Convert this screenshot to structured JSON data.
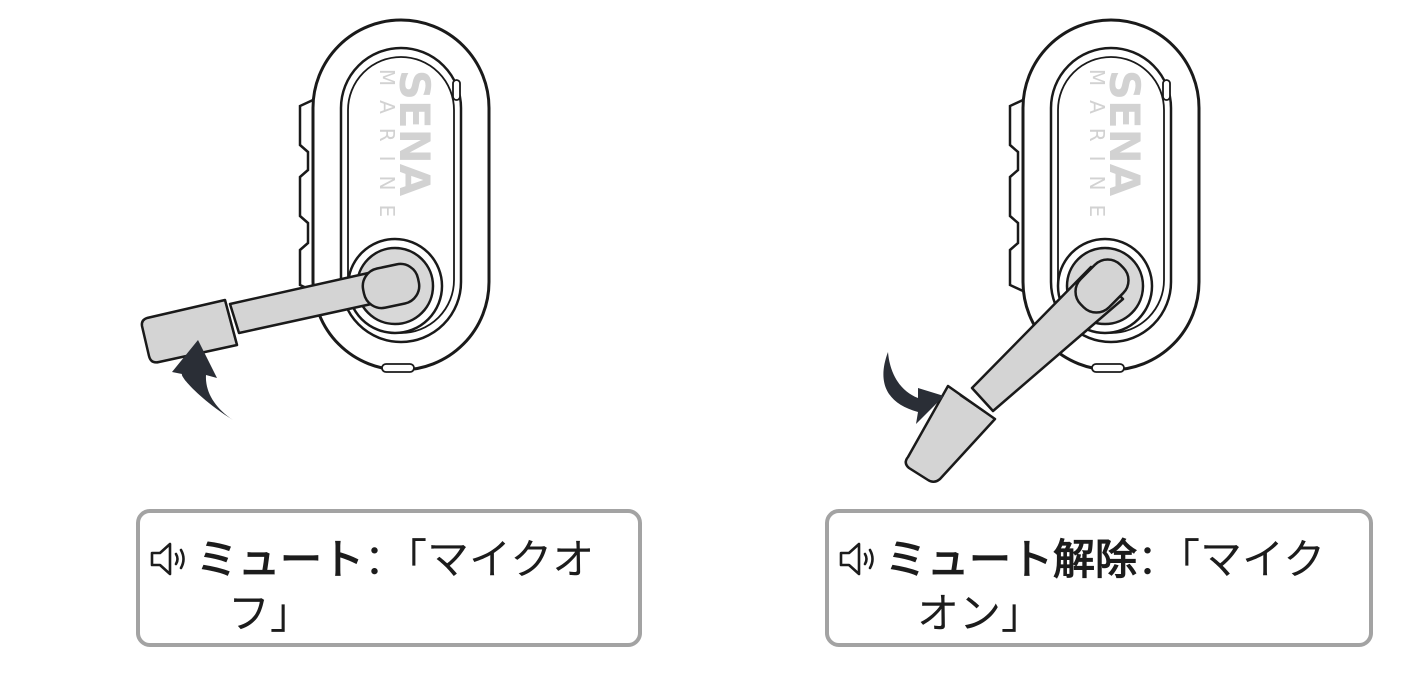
{
  "device": {
    "brand": "SENA",
    "sub_brand": "MARINE"
  },
  "captions": {
    "mute": {
      "title": "ミュート",
      "sep": "：",
      "line1_rest": "「マイクオ",
      "line2": "フ」"
    },
    "unmute": {
      "title": "ミュート解除",
      "sep": "：",
      "line1_rest": "「マイク",
      "line2": "オン」"
    }
  },
  "colors": {
    "outline": "#1a1a1a",
    "boom_fill": "#d4d4d4",
    "arrow": "#2a2e36",
    "panel_border": "#a3a3a3",
    "logo": "#d2d2d2"
  },
  "icons": {
    "sound": "speaker-sound-icon"
  }
}
